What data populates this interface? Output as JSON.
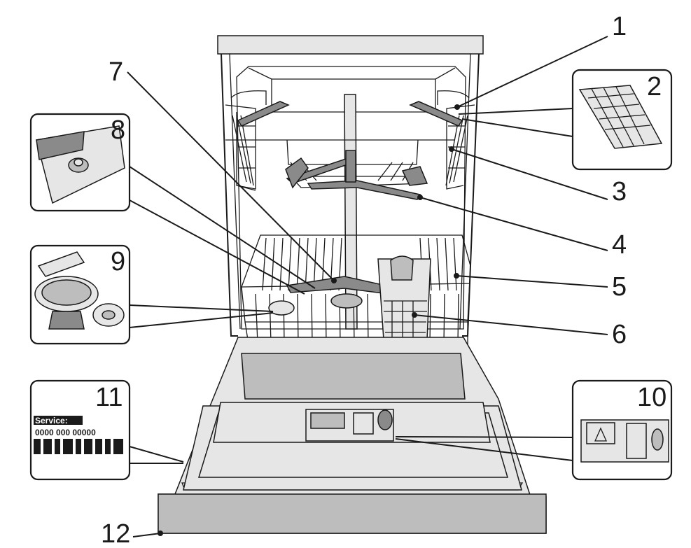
{
  "callouts": {
    "c1": "1",
    "c2": "2",
    "c3": "3",
    "c4": "4",
    "c5": "5",
    "c6": "6",
    "c7": "7",
    "c8": "8",
    "c9": "9",
    "c10": "10",
    "c11": "11",
    "c12": "12"
  },
  "service_label": {
    "title": "Service:",
    "number": "0000 000 00000"
  },
  "colors": {
    "line": "#1a1a1a",
    "fill_grey": "#bdbdbd",
    "fill_light": "#e6e6e6",
    "fill_dark": "#8a8a8a"
  }
}
